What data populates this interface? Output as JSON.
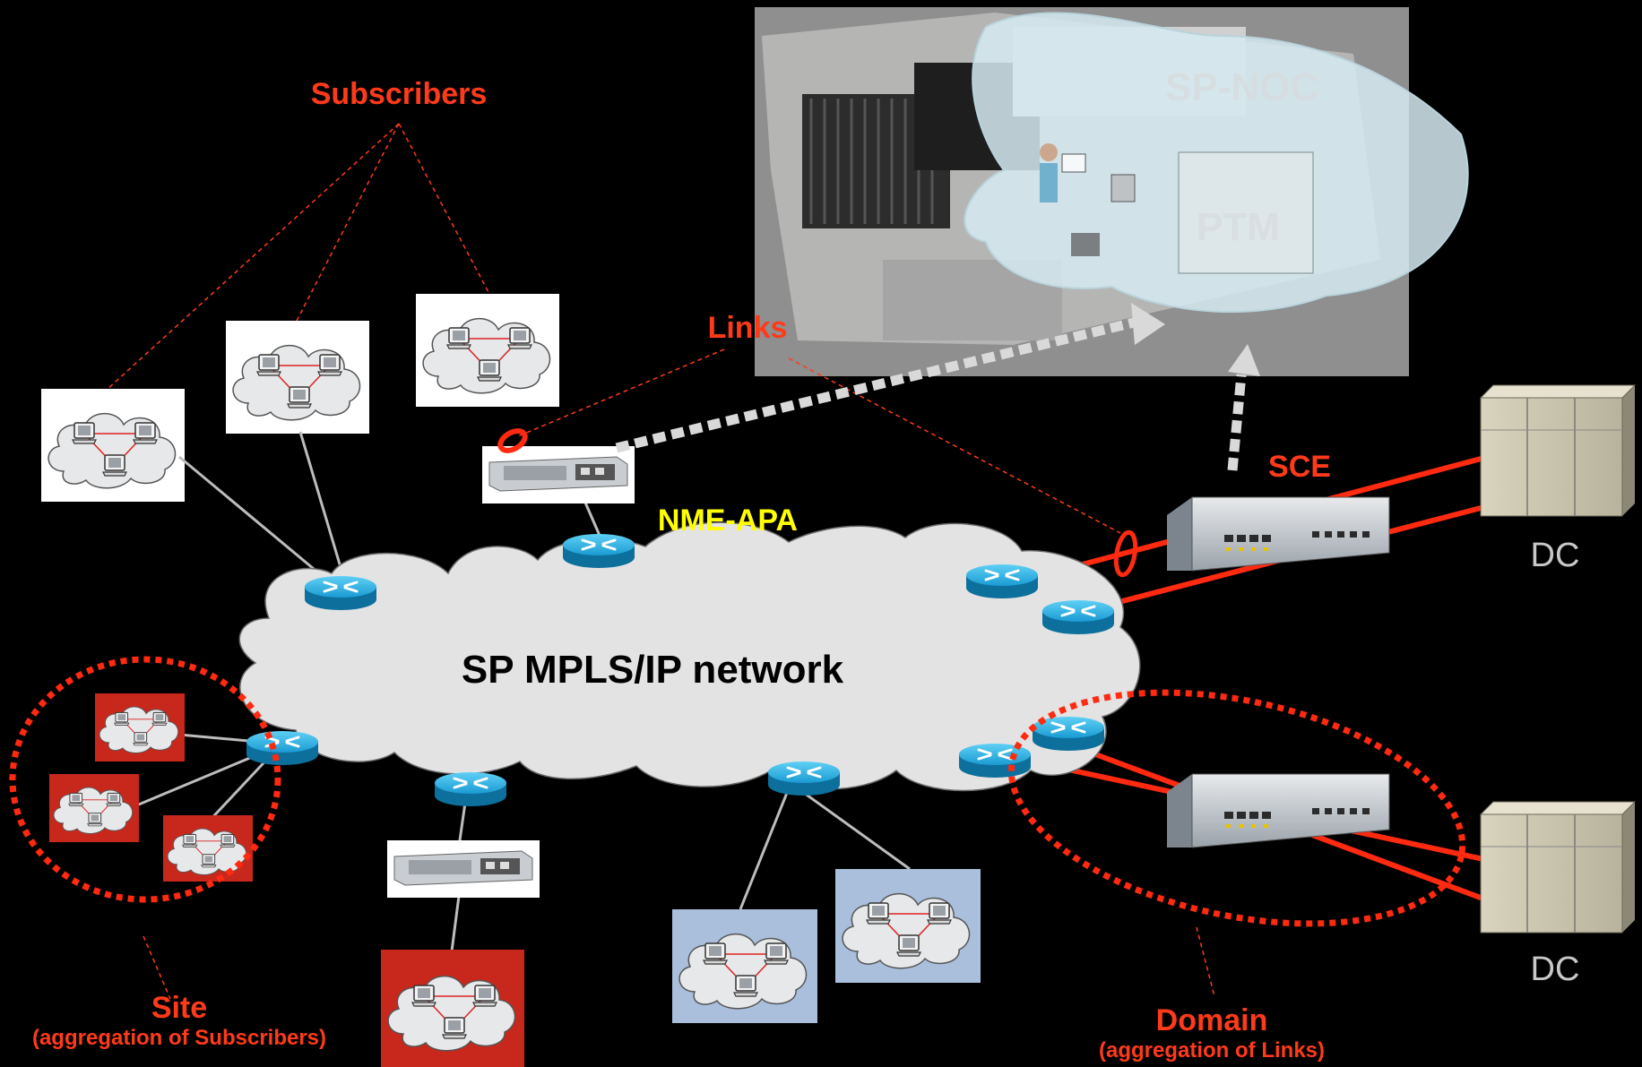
{
  "labels": {
    "subscribers": "Subscribers",
    "links": "Links",
    "sce": "SCE",
    "nme_apa": "NME-APA",
    "network": "SP MPLS/IP network",
    "dc_top": "DC",
    "dc_bottom": "DC",
    "site": "Site",
    "site_sub": "(aggregation of Subscribers)",
    "domain": "Domain",
    "domain_sub": "(aggregation of Links)",
    "noc": "SP-NOC",
    "noc_box": "PTM"
  },
  "colors": {
    "background": "#000000",
    "accent_red": "#ff3a1a",
    "accent_yellow": "#ffff00",
    "router_blue": "#1fa3d8",
    "cloud_fill": "#e6e8ea",
    "site_box": "#c8281c",
    "domain_box": "#a9bfdc"
  },
  "icons": {
    "router": "router-icon",
    "sce_appliance": "sce-appliance-icon",
    "isr_router": "isr-router-icon",
    "datacenter": "datacenter-rack-icon",
    "subscriber_cloud": "subscriber-cloud-icon"
  }
}
